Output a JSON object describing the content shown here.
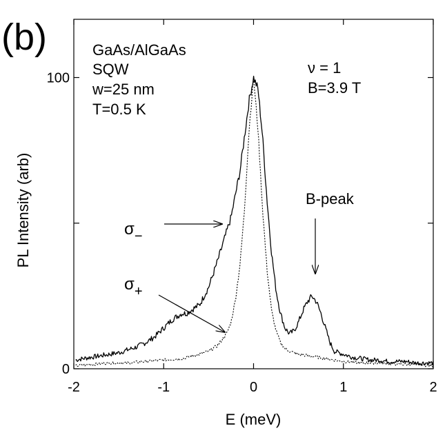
{
  "chart_data": {
    "type": "line",
    "panel_label": "(b)",
    "xlabel": "E (meV)",
    "ylabel": "PL Intensity (arb)",
    "xlim": [
      -2,
      2
    ],
    "ylim": [
      0,
      120
    ],
    "x_ticks": [
      -2,
      -1,
      0,
      1,
      2
    ],
    "x_tick_labels": [
      "-2",
      "-1",
      "0",
      "1",
      "2"
    ],
    "y_ticks": [
      0,
      50,
      100
    ],
    "y_tick_labels": [
      "0",
      "",
      "100"
    ],
    "grid": false,
    "legend": "none",
    "info_left": [
      "GaAs/AlGaAs",
      "SQW",
      "w=25 nm",
      "T=0.5 K"
    ],
    "info_right": [
      "ν = 1",
      "B=3.9 T"
    ],
    "series": [
      {
        "name": "σ−",
        "style": "solid",
        "x": [
          -1.98,
          -1.9,
          -1.8,
          -1.7,
          -1.6,
          -1.5,
          -1.4,
          -1.3,
          -1.2,
          -1.1,
          -1.0,
          -0.9,
          -0.8,
          -0.75,
          -0.7,
          -0.6,
          -0.5,
          -0.4,
          -0.3,
          -0.25,
          -0.2,
          -0.15,
          -0.1,
          -0.05,
          0.0,
          0.05,
          0.1,
          0.15,
          0.2,
          0.25,
          0.3,
          0.35,
          0.4,
          0.45,
          0.5,
          0.55,
          0.6,
          0.65,
          0.7,
          0.75,
          0.8,
          0.85,
          0.9,
          1.0,
          1.1,
          1.2,
          1.3,
          1.4,
          1.5,
          1.6,
          1.7,
          1.8,
          1.9,
          2.0
        ],
        "y": [
          3,
          3.5,
          4,
          4.5,
          5,
          5.5,
          6.5,
          7.5,
          9,
          11,
          14,
          17,
          19,
          19,
          20,
          22,
          28,
          37,
          47,
          52,
          60,
          68,
          80,
          92,
          100,
          96,
          80,
          58,
          40,
          27,
          19,
          14,
          12,
          13,
          16,
          20,
          23,
          25,
          23,
          19,
          14,
          9,
          6,
          5,
          4,
          3.5,
          3,
          3,
          2.5,
          2.5,
          2.5,
          2,
          2,
          2
        ]
      },
      {
        "name": "σ+",
        "style": "dotted",
        "x": [
          -1.98,
          -1.8,
          -1.6,
          -1.4,
          -1.2,
          -1.0,
          -0.8,
          -0.6,
          -0.5,
          -0.4,
          -0.3,
          -0.25,
          -0.2,
          -0.15,
          -0.1,
          -0.05,
          0.0,
          0.05,
          0.1,
          0.15,
          0.2,
          0.25,
          0.3,
          0.35,
          0.4,
          0.5,
          0.6,
          0.7,
          0.8,
          1.0,
          1.2,
          1.4,
          1.6,
          1.8,
          2.0
        ],
        "y": [
          1,
          1.5,
          2,
          2,
          2.5,
          3,
          3.5,
          5,
          6,
          8,
          12,
          16,
          24,
          36,
          55,
          82,
          100,
          82,
          55,
          34,
          20,
          13,
          9,
          7,
          6,
          5,
          4.5,
          4,
          3.5,
          2.5,
          2,
          2,
          1.5,
          1.5,
          1
        ]
      }
    ],
    "annotations": [
      {
        "label": "σ",
        "sub": "−",
        "series": "σ−"
      },
      {
        "label": "σ",
        "sub": "+",
        "series": "σ+"
      },
      {
        "label": "B-peak"
      }
    ]
  }
}
